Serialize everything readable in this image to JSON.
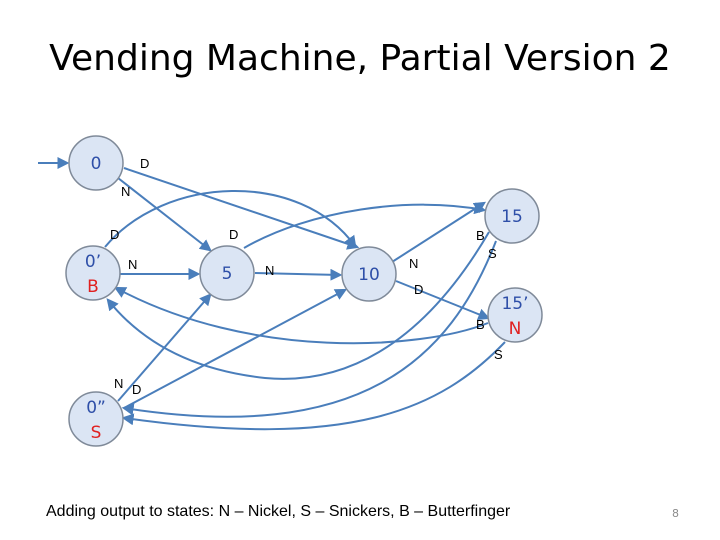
{
  "slide": {
    "title": "Vending Machine, Partial Version 2",
    "caption": "Adding output to states:  N – Nickel,  S – Snickers, B – Butterfinger",
    "page_number": "8"
  },
  "colors": {
    "state_fill": "#dbe5f4",
    "state_stroke": "#7f8a99",
    "edge": "#4a7ebb",
    "state_value_text": "#2e4fa8",
    "output_text": "#e02020"
  },
  "states": [
    {
      "id": "s0",
      "value": "0",
      "output": "",
      "start": true
    },
    {
      "id": "s0p",
      "value": "0’",
      "output": "B"
    },
    {
      "id": "s0pp",
      "value": "0”",
      "output": "S"
    },
    {
      "id": "s5",
      "value": "5",
      "output": ""
    },
    {
      "id": "s10",
      "value": "10",
      "output": ""
    },
    {
      "id": "s15",
      "value": "15",
      "output": ""
    },
    {
      "id": "s15p",
      "value": "15’",
      "output": "N"
    }
  ],
  "transitions": [
    {
      "from": "s0",
      "to": "s10",
      "label": "D"
    },
    {
      "from": "s0",
      "to": "s5",
      "label": "N"
    },
    {
      "from": "s0p",
      "to": "s10",
      "label": "D"
    },
    {
      "from": "s0p",
      "to": "s5",
      "label": "N"
    },
    {
      "from": "s5",
      "to": "s15",
      "label": "D"
    },
    {
      "from": "s5",
      "to": "s10",
      "label": "N"
    },
    {
      "from": "s0pp",
      "to": "s5",
      "label": "N"
    },
    {
      "from": "s0pp",
      "to": "s10",
      "label": "D"
    },
    {
      "from": "s10",
      "to": "s15",
      "label": "N"
    },
    {
      "from": "s10",
      "to": "s15p",
      "label": "D"
    },
    {
      "from": "s15",
      "to": "s0p",
      "label": "B"
    },
    {
      "from": "s15",
      "to": "s0pp",
      "label": "S"
    },
    {
      "from": "s15p",
      "to": "s0p",
      "label": "B"
    },
    {
      "from": "s15p",
      "to": "s0pp",
      "label": "S"
    }
  ]
}
